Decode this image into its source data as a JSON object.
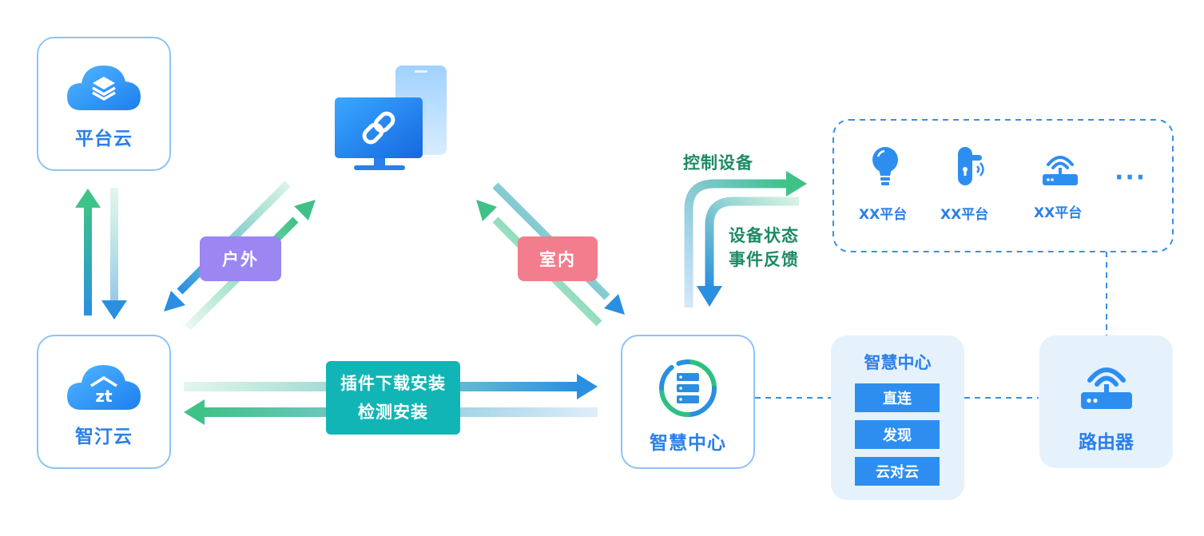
{
  "nodes": {
    "platform_cloud": "平台云",
    "zhiting_cloud": "智汀云",
    "smart_center": "智慧中心",
    "router": "路由器"
  },
  "edges": {
    "outdoor": "户外",
    "indoor": "室内",
    "plugin_line1": "插件下载安装",
    "plugin_line2": "检测安装",
    "control": "控制设备",
    "feedback_line1": "设备状态",
    "feedback_line2": "事件反馈"
  },
  "devices": [
    {
      "icon": "bulb-icon",
      "label": "XX平台"
    },
    {
      "icon": "door-lock-icon",
      "label": "XX平台"
    },
    {
      "icon": "router-device-icon",
      "label": "XX平台"
    }
  ],
  "more": "···",
  "hub_panel": {
    "title": "智慧中心",
    "modes": [
      "直连",
      "发现",
      "云对云"
    ]
  },
  "colors": {
    "blue": "#2b7fe8",
    "green": "#2fbf82",
    "purple": "#9b86f2",
    "pink": "#f27d8c",
    "teal": "#12b5b5"
  }
}
